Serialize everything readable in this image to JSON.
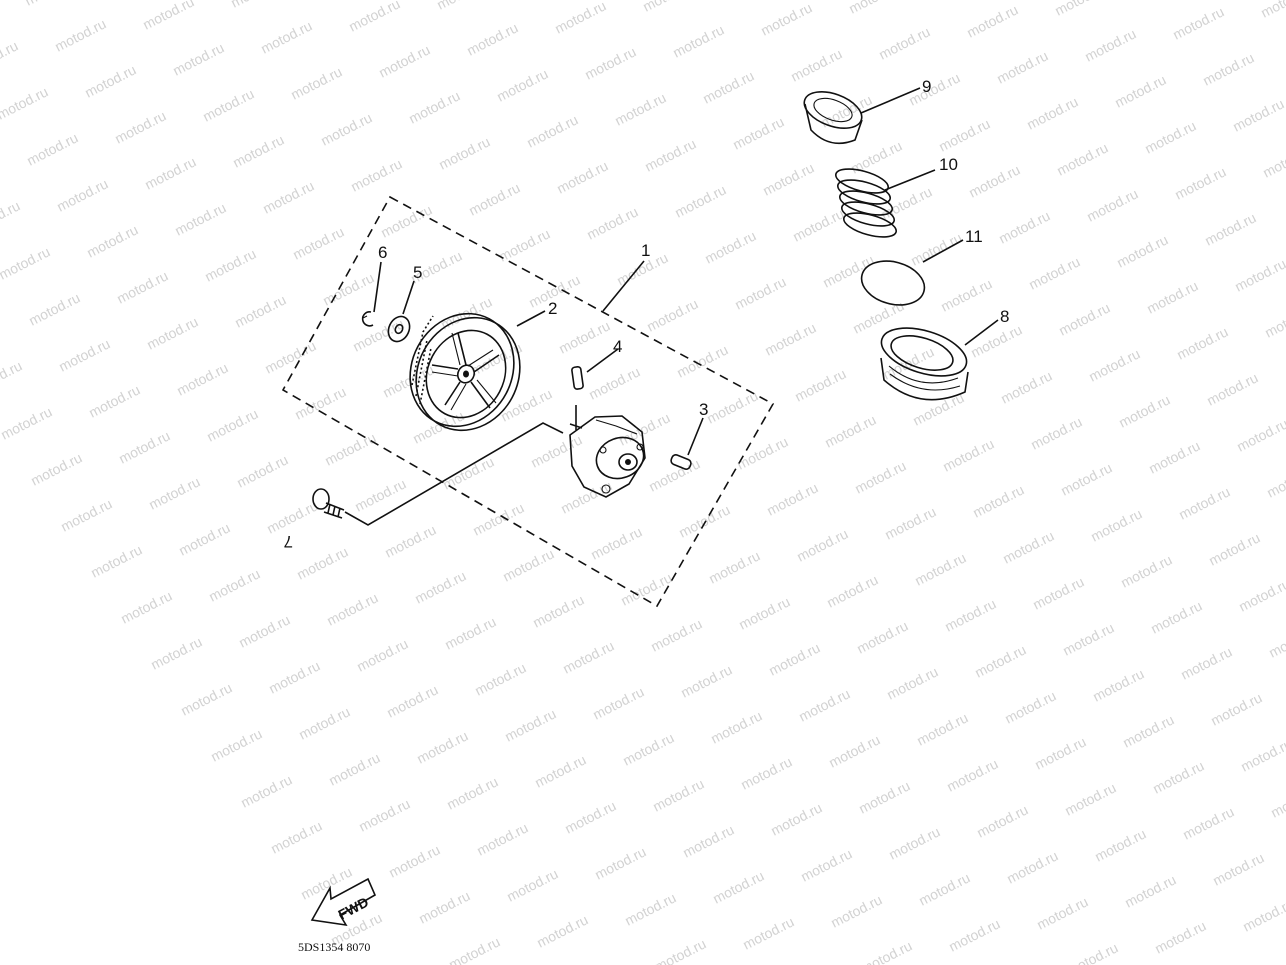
{
  "watermark": "motod.ru",
  "callouts": {
    "c1": "1",
    "c2": "2",
    "c3": "3",
    "c4": "4",
    "c5": "5",
    "c6": "6",
    "c7": "7",
    "c8": "8",
    "c9": "9",
    "c10": "10",
    "c11": "11"
  },
  "fwd_label": "FWD",
  "drawing_code": "5DS1354 8070",
  "colors": {
    "ink": "#111111",
    "watermark": "#d2d2d2",
    "background": "#ffffff"
  }
}
